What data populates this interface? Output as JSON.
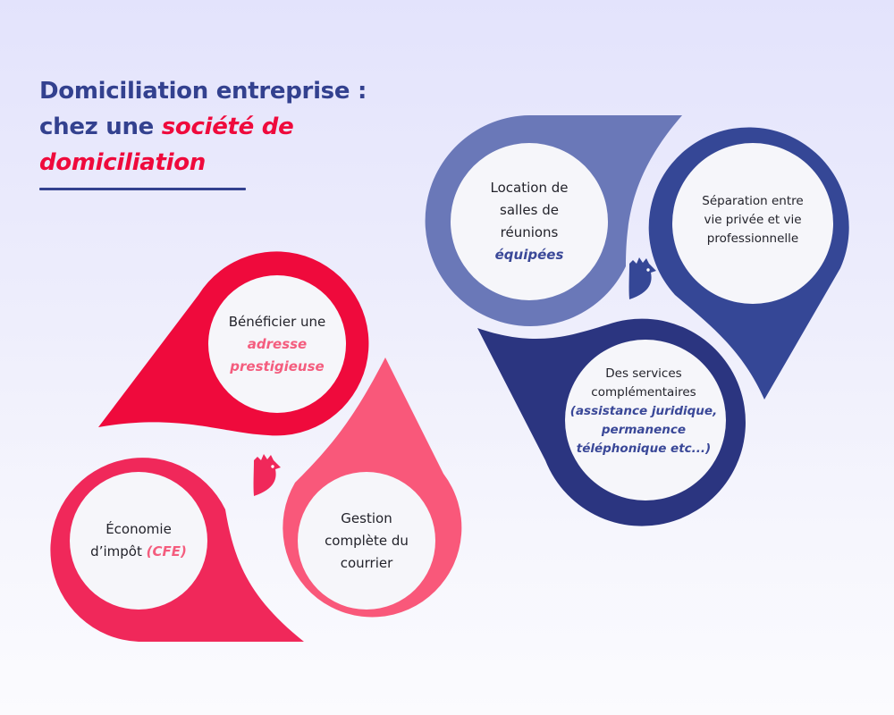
{
  "header": {
    "title_line1": "Domiciliation entreprise :",
    "title_line2_prefix": "chez une ",
    "title_line2_accent": "société de",
    "title_line3_accent": "domiciliation"
  },
  "colors": {
    "title": "#33418f",
    "accent": "#ef0a3c",
    "left_top": "#ef0a3c",
    "left_bottom_left": "#f0285a",
    "left_bottom_right": "#f9587a",
    "right_top_left": "#6a78b8",
    "right_top_right": "#354796",
    "right_bottom": "#2b3580",
    "inner_circle": "#f6f6fa"
  },
  "left_cluster": {
    "items": [
      {
        "line1": "Bénéficier une",
        "emphasis1": "adresse",
        "emphasis2": "prestigieuse"
      },
      {
        "line1": "Économie",
        "line2_prefix": "d’impôt ",
        "emphasis": "(CFE)"
      },
      {
        "line1": "Gestion",
        "line2": "complète du",
        "line3": "courrier"
      }
    ],
    "icon": "rooster-icon"
  },
  "right_cluster": {
    "items": [
      {
        "line1": "Location de",
        "line2": "salles de",
        "line3": "réunions",
        "emphasis": "équipées"
      },
      {
        "line1": "Séparation entre",
        "line2": "vie privée et vie",
        "line3": "professionnelle"
      },
      {
        "line1": "Des services",
        "line2": "complémentaires",
        "emphasis1": "(assistance juridique,",
        "emphasis2": "permanence",
        "emphasis3": "téléphonique etc...)"
      }
    ],
    "icon": "rooster-icon"
  }
}
